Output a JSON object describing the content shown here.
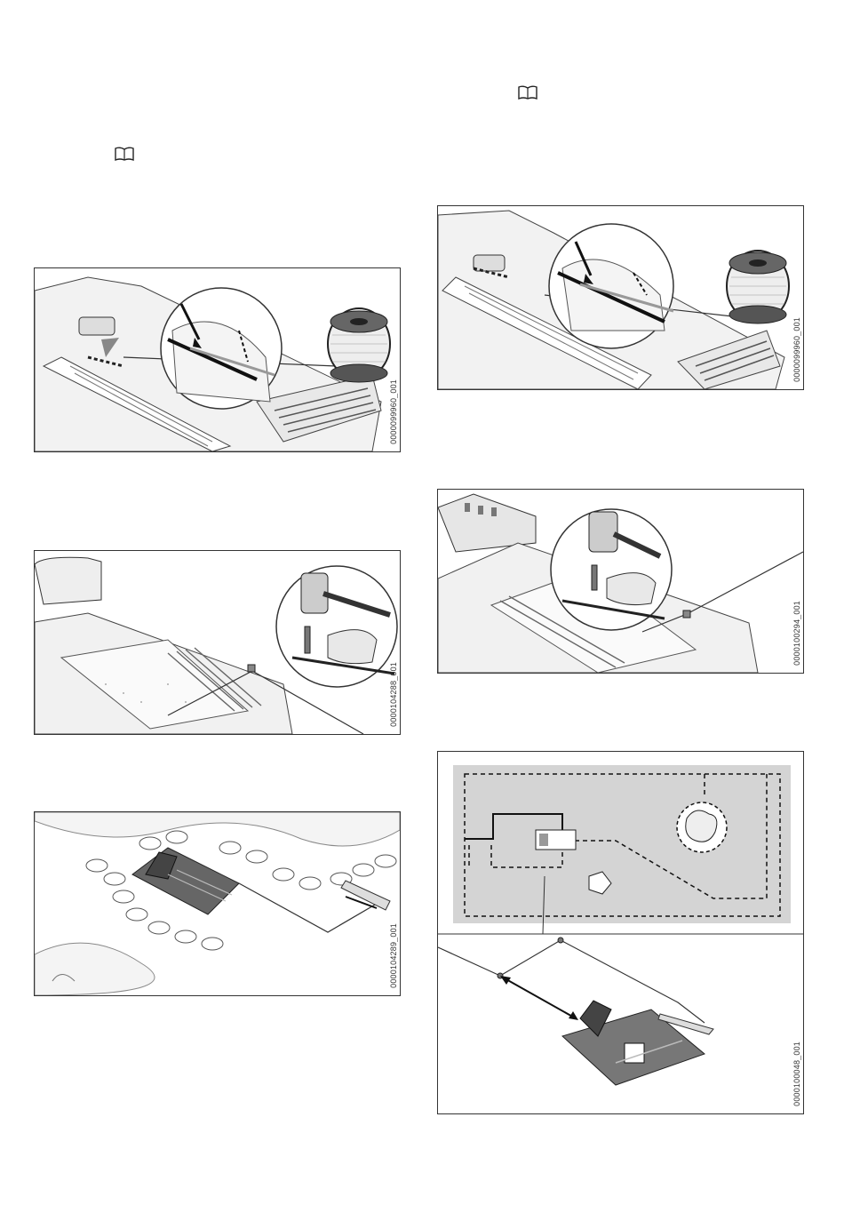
{
  "icons": [
    {
      "name": "book-icon",
      "position": "left-column"
    },
    {
      "name": "book-icon",
      "position": "right-column"
    }
  ],
  "figures": [
    {
      "id": "0000099960_001",
      "subject": "wire-insertion-into-docking-station"
    },
    {
      "id": "0000104288_001",
      "subject": "hammering-wire-peg-at-docking-station"
    },
    {
      "id": "0000104289_001",
      "subject": "robot-mower-docked-in-garden"
    },
    {
      "id": "0000099960_001",
      "subject": "wire-insertion-into-docking-station-alt"
    },
    {
      "id": "0000100294_001",
      "subject": "hammering-wire-peg-alt"
    },
    {
      "id": "0000100048_001",
      "subject": "boundary-wire-plan-and-docking-station"
    }
  ]
}
